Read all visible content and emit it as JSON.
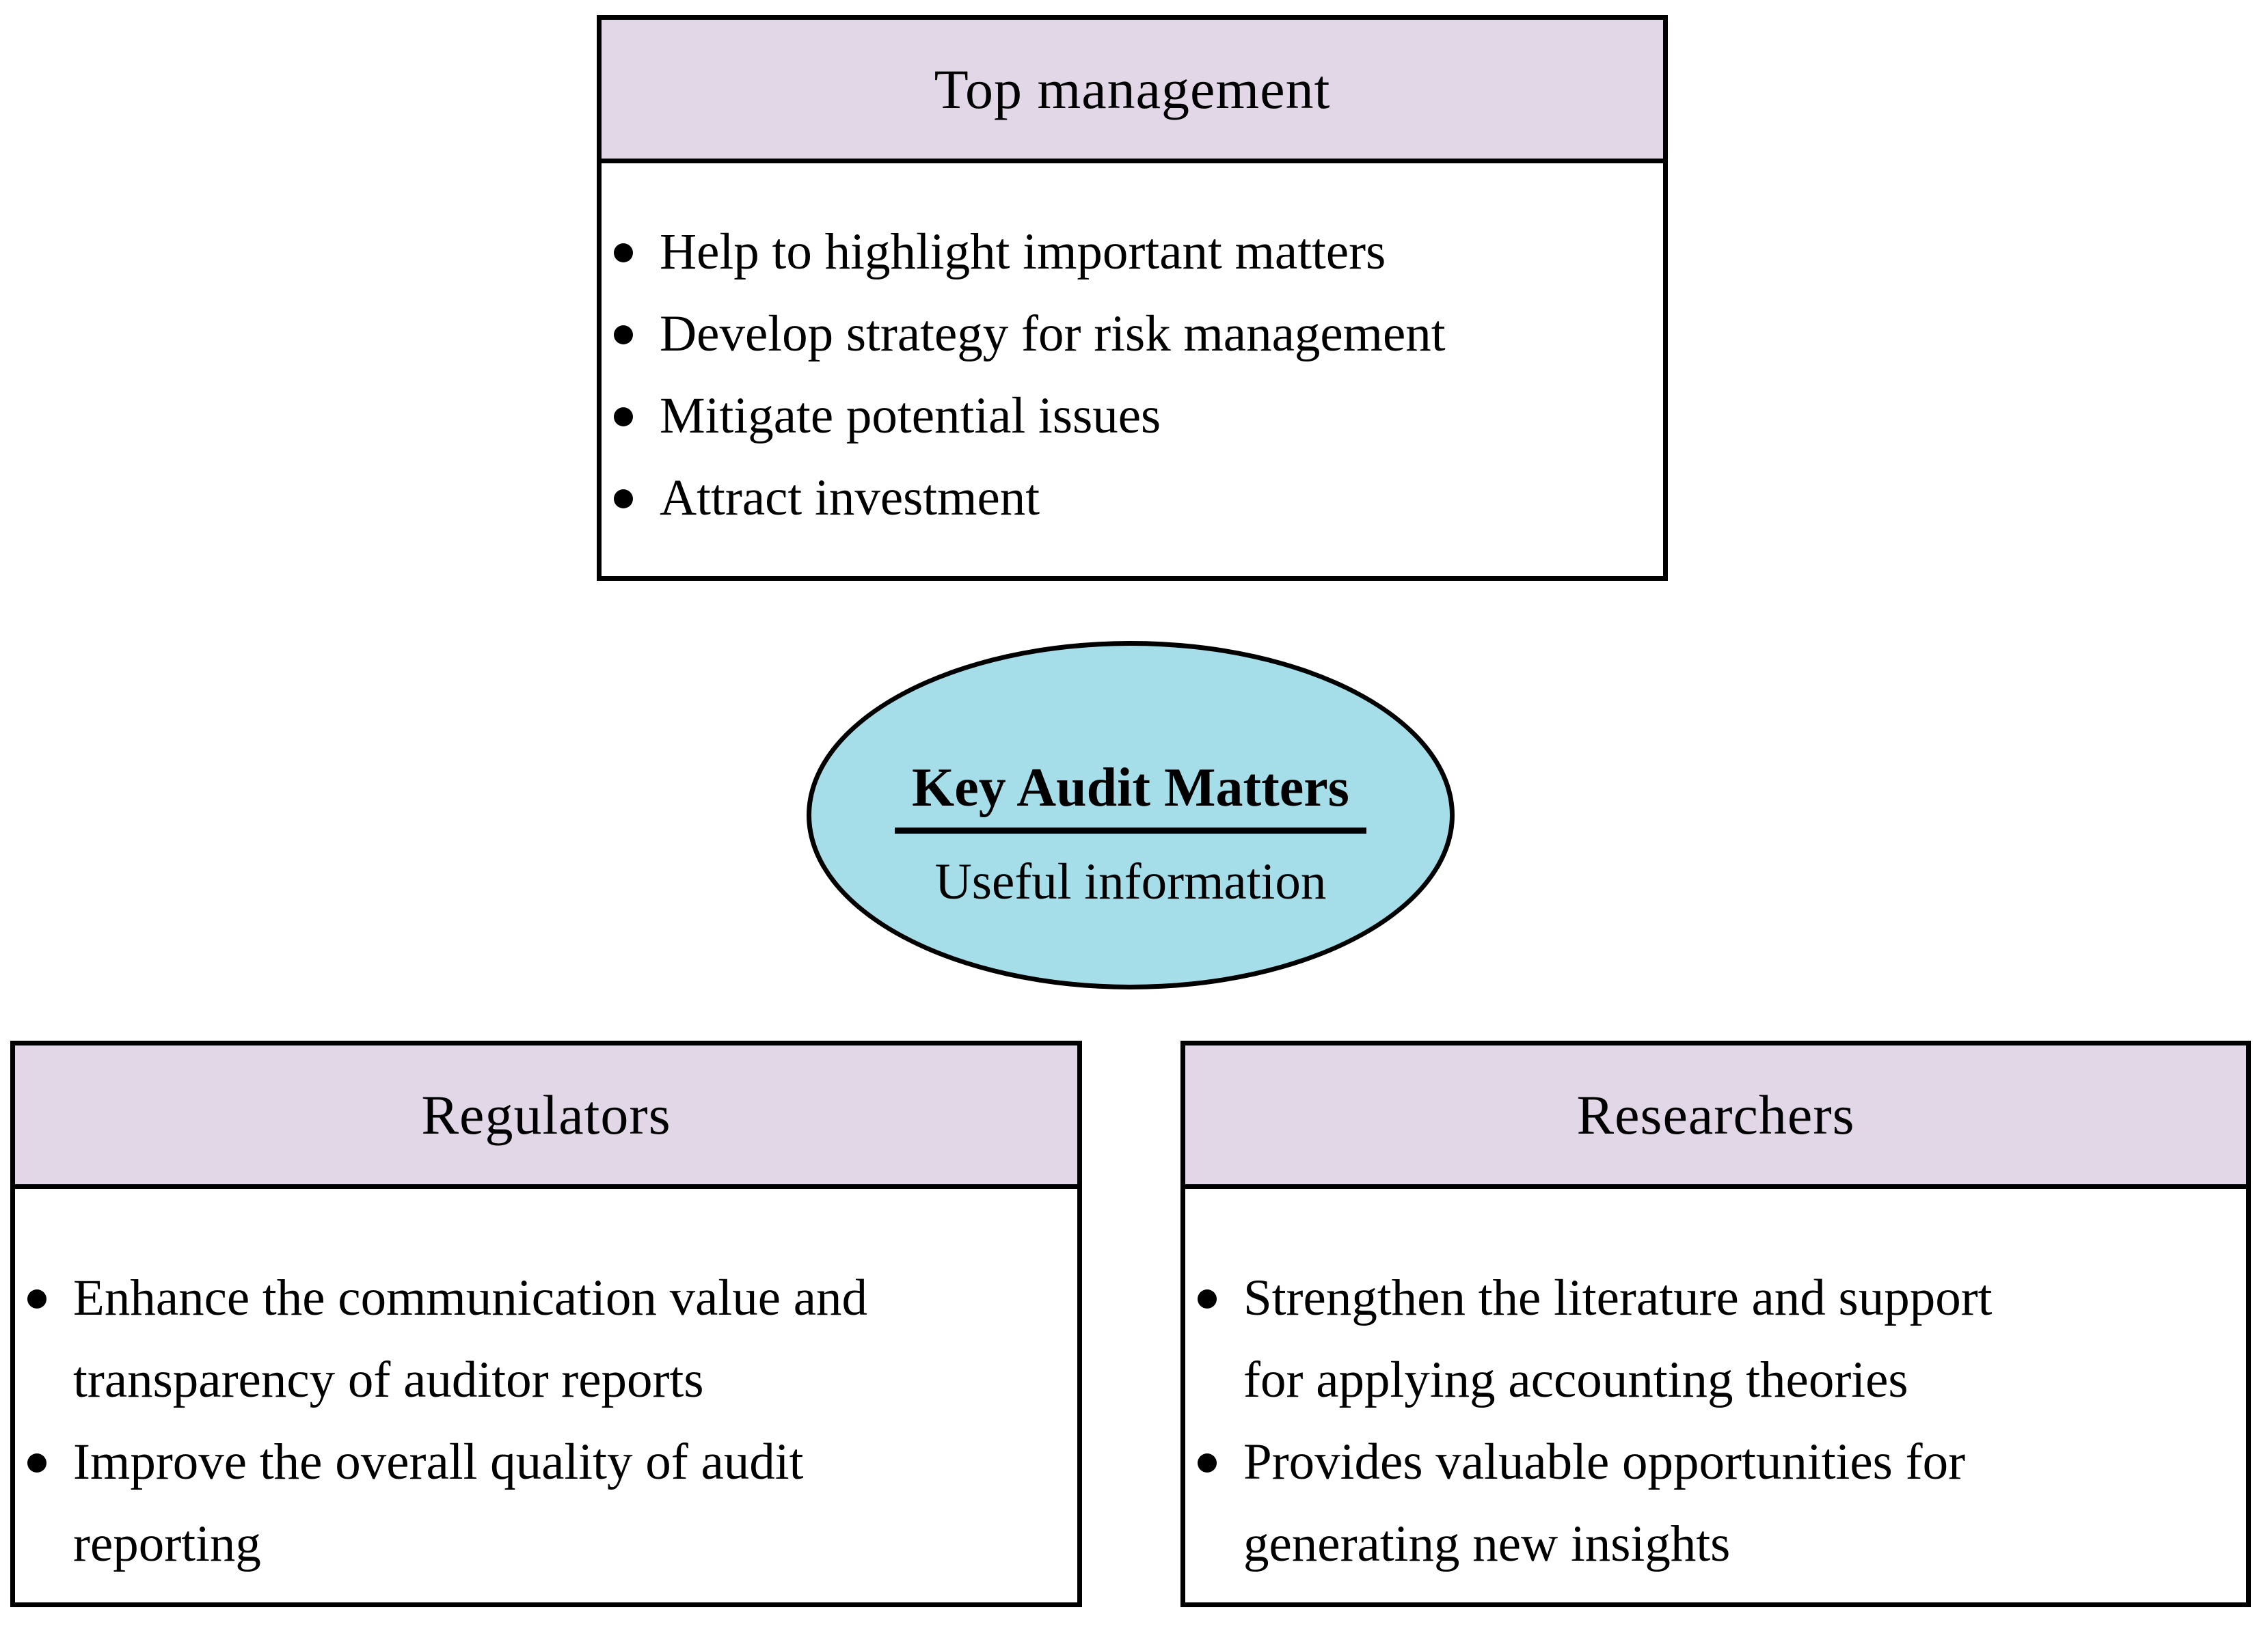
{
  "colors": {
    "background": "#FFFFFF",
    "box_border": "#000000",
    "header_fill": "#E2D7E6",
    "ellipse_fill": "#A5DEE9",
    "text": "#000000"
  },
  "top_box": {
    "title": "Top management",
    "bullets": [
      [
        "Help to highlight important matters"
      ],
      [
        "Develop strategy for risk management"
      ],
      [
        "Mitigate potential issues"
      ],
      [
        "Attract investment"
      ]
    ]
  },
  "ellipse": {
    "title": "Key Audit Matters",
    "subtitle": "Useful information"
  },
  "left_box": {
    "title": "Regulators",
    "bullets": [
      [
        "Enhance the communication value and",
        "transparency of auditor reports"
      ],
      [
        "Improve the overall quality of audit",
        "reporting"
      ]
    ]
  },
  "right_box": {
    "title": "Researchers",
    "bullets": [
      [
        "Strengthen the literature and support",
        "for applying accounting theories"
      ],
      [
        "Provides valuable opportunities for",
        "generating new insights"
      ]
    ]
  }
}
